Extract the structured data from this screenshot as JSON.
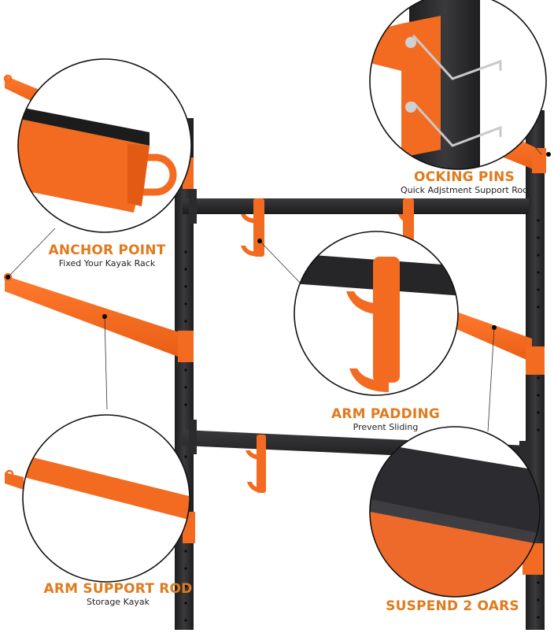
{
  "product": {
    "description": "Wall-mounted kayak storage rack with orange arms and black uprights",
    "colors": {
      "accent_orange": "#f26b21",
      "label_orange": "#e07b1d",
      "frame_black": "#2a2a2c",
      "text_dark": "#222222",
      "background": "#ffffff"
    }
  },
  "callouts": [
    {
      "id": "locking-pins",
      "title": "OCKING PINS",
      "subtitle": "Quick Adjstment Support Rod"
    },
    {
      "id": "anchor-point",
      "title": "ANCHOR POINT",
      "subtitle": "Fixed Your Kayak Rack"
    },
    {
      "id": "arm-padding",
      "title": "ARM PADDING",
      "subtitle": "Prevent Sliding"
    },
    {
      "id": "arm-support-rod",
      "title": "ARM SUPPORT ROD",
      "subtitle": "Storage Kayak"
    },
    {
      "id": "suspend-oars",
      "title": "SUSPEND 2 OARS",
      "subtitle": ""
    }
  ]
}
